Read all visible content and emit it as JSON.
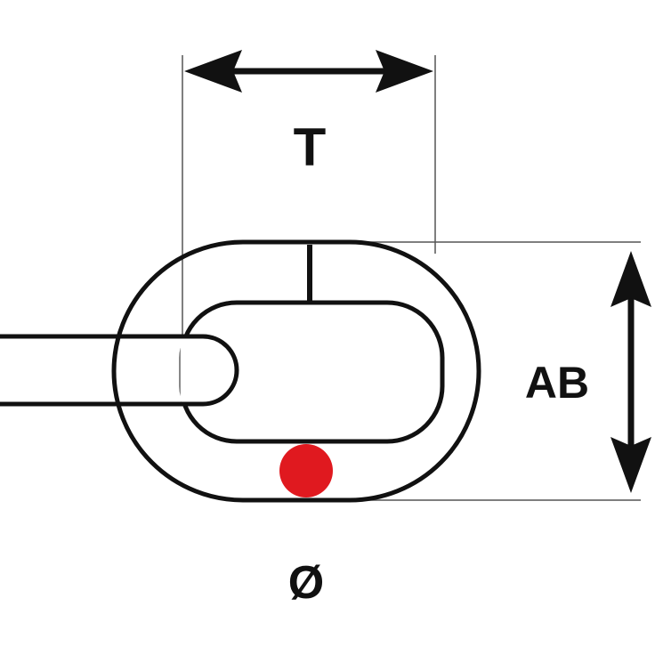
{
  "labels": {
    "pitch": "T",
    "width": "AB",
    "diameter": "Ø"
  },
  "colors": {
    "line": "#111111",
    "background": "#ffffff",
    "diameter_marker": "#e0191f"
  }
}
